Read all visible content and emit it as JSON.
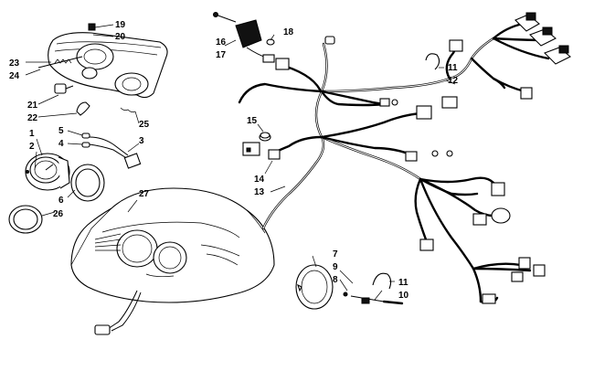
{
  "callouts": {
    "c1": "1",
    "c2": "2",
    "c3": "3",
    "c4": "4",
    "c5": "5",
    "c6": "6",
    "c7": "7",
    "c8": "8",
    "c9": "9",
    "c10": "10",
    "c11a": "11",
    "c11b": "11",
    "c12": "12",
    "c13": "13",
    "c14": "14",
    "c15": "15",
    "c16": "16",
    "c17": "17",
    "c18": "18",
    "c19": "19",
    "c20": "20",
    "c21": "21",
    "c22": "22",
    "c23": "23",
    "c24": "24",
    "c25": "25",
    "c26": "26",
    "c27": "27"
  }
}
